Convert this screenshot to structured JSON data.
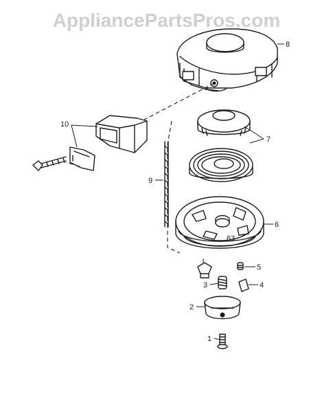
{
  "watermark": "AppliancePartsPros.com",
  "callouts": {
    "c1": "1",
    "c2": "2",
    "c3": "3",
    "c4": "4",
    "c5": "5",
    "c6": "6",
    "c7": "7",
    "c8": "8",
    "c9": "9",
    "c10": "10"
  },
  "part_text": "63"
}
